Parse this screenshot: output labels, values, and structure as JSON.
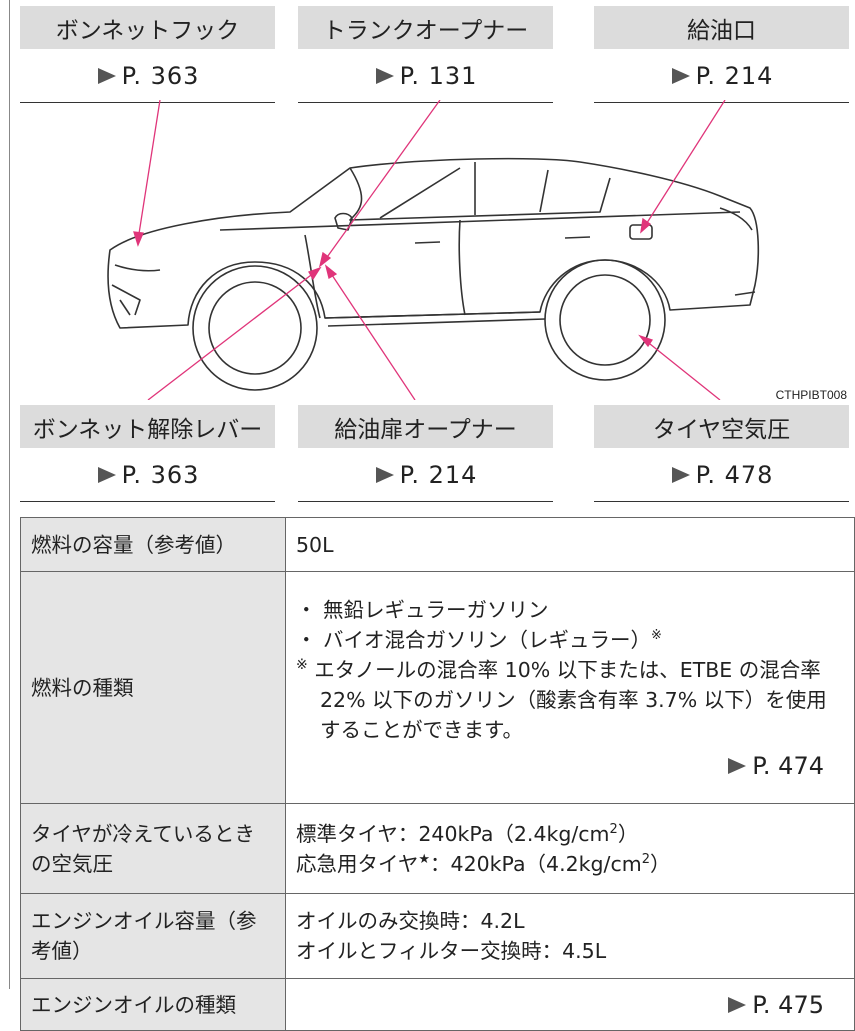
{
  "callouts_top": [
    {
      "label": "ボンネットフック",
      "page": "P. 363"
    },
    {
      "label": "トランクオープナー",
      "page": "P. 131"
    },
    {
      "label": "給油口",
      "page": "P. 214"
    }
  ],
  "callouts_bottom": [
    {
      "label": "ボンネット解除レバー",
      "page": "P. 363"
    },
    {
      "label": "給油扉オープナー",
      "page": "P. 214"
    },
    {
      "label": "タイヤ空気圧",
      "page": "P. 478"
    }
  ],
  "figure_id": "CTHPIBT008",
  "spec_table": {
    "fuel_capacity": {
      "key": "燃料の容量（参考値）",
      "value": "50L"
    },
    "fuel_type": {
      "key": "燃料の種類",
      "bullet1": "・ 無鉛レギュラーガソリン",
      "bullet2": "・ バイオ混合ガソリン（レギュラー）",
      "note_mark": "※",
      "note": "エタノールの混合率 10% 以下または、ETBE の混合率 22% 以下のガソリン（酸素含有率 3.7% 以下）を使用することができます。",
      "ref": "P. 474"
    },
    "tire_pressure": {
      "key": "タイヤが冷えているときの空気圧",
      "line1_prefix": "標準タイヤ：240kPa（2.4kg/cm",
      "line2_prefix": "応急用タイヤ",
      "line2_star": "★",
      "line2_rest": "：420kPa（4.2kg/cm",
      "sup": "2",
      "suffix": "）"
    },
    "oil_capacity": {
      "key": "エンジンオイル容量（参考値）",
      "line1": "オイルのみ交換時：4.2L",
      "line2": "オイルとフィルター交換時：4.5L"
    },
    "oil_type": {
      "key": "エンジンオイルの種類",
      "ref": "P. 475"
    }
  },
  "colors": {
    "label_bg": "#dcdcdc",
    "table_key_bg": "#e5e5e5",
    "arrow": "#e0357a"
  }
}
